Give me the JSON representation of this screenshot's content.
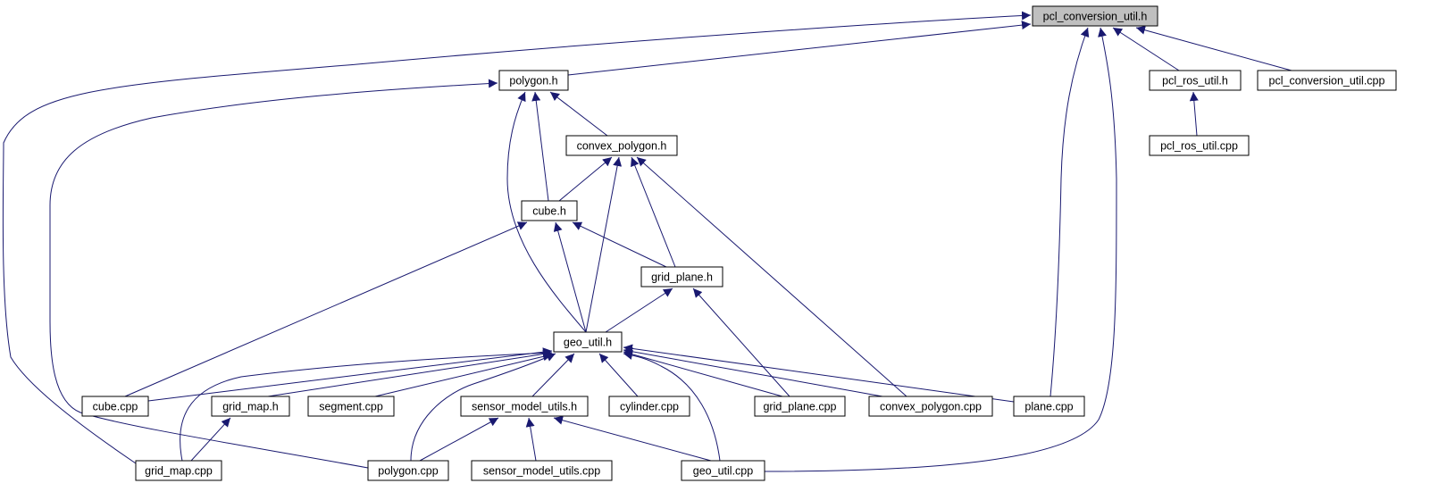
{
  "graph": {
    "nodes": [
      {
        "id": "pcl_conversion_util_h",
        "label": "pcl_conversion_util.h",
        "root": true
      },
      {
        "id": "polygon_h",
        "label": "polygon.h"
      },
      {
        "id": "pcl_ros_util_h",
        "label": "pcl_ros_util.h"
      },
      {
        "id": "pcl_conversion_util_cpp",
        "label": "pcl_conversion_util.cpp"
      },
      {
        "id": "convex_polygon_h",
        "label": "convex_polygon.h"
      },
      {
        "id": "pcl_ros_util_cpp",
        "label": "pcl_ros_util.cpp"
      },
      {
        "id": "cube_h",
        "label": "cube.h"
      },
      {
        "id": "grid_plane_h",
        "label": "grid_plane.h"
      },
      {
        "id": "geo_util_h",
        "label": "geo_util.h"
      },
      {
        "id": "cube_cpp",
        "label": "cube.cpp"
      },
      {
        "id": "grid_map_h",
        "label": "grid_map.h"
      },
      {
        "id": "segment_cpp",
        "label": "segment.cpp"
      },
      {
        "id": "sensor_model_utils_h",
        "label": "sensor_model_utils.h"
      },
      {
        "id": "cylinder_cpp",
        "label": "cylinder.cpp"
      },
      {
        "id": "grid_plane_cpp",
        "label": "grid_plane.cpp"
      },
      {
        "id": "convex_polygon_cpp",
        "label": "convex_polygon.cpp"
      },
      {
        "id": "plane_cpp",
        "label": "plane.cpp"
      },
      {
        "id": "grid_map_cpp",
        "label": "grid_map.cpp"
      },
      {
        "id": "polygon_cpp",
        "label": "polygon.cpp"
      },
      {
        "id": "sensor_model_utils_cpp",
        "label": "sensor_model_utils.cpp"
      },
      {
        "id": "geo_util_cpp",
        "label": "geo_util.cpp"
      }
    ],
    "edges": [
      {
        "from": "polygon_h",
        "to": "pcl_conversion_util_h"
      },
      {
        "from": "grid_map_cpp",
        "to": "pcl_conversion_util_h"
      },
      {
        "from": "plane_cpp",
        "to": "pcl_conversion_util_h"
      },
      {
        "from": "geo_util_cpp",
        "to": "pcl_conversion_util_h"
      },
      {
        "from": "pcl_ros_util_h",
        "to": "pcl_conversion_util_h"
      },
      {
        "from": "pcl_conversion_util_cpp",
        "to": "pcl_conversion_util_h"
      },
      {
        "from": "pcl_ros_util_cpp",
        "to": "pcl_ros_util_h"
      },
      {
        "from": "convex_polygon_h",
        "to": "polygon_h"
      },
      {
        "from": "cube_h",
        "to": "polygon_h"
      },
      {
        "from": "geo_util_h",
        "to": "polygon_h"
      },
      {
        "from": "polygon_cpp",
        "to": "polygon_h"
      },
      {
        "from": "cube_h",
        "to": "convex_polygon_h"
      },
      {
        "from": "geo_util_h",
        "to": "convex_polygon_h"
      },
      {
        "from": "grid_plane_h",
        "to": "convex_polygon_h"
      },
      {
        "from": "convex_polygon_cpp",
        "to": "convex_polygon_h"
      },
      {
        "from": "geo_util_h",
        "to": "cube_h"
      },
      {
        "from": "grid_plane_h",
        "to": "cube_h"
      },
      {
        "from": "cube_cpp",
        "to": "cube_h"
      },
      {
        "from": "geo_util_h",
        "to": "grid_plane_h"
      },
      {
        "from": "grid_plane_cpp",
        "to": "grid_plane_h"
      },
      {
        "from": "cube_cpp",
        "to": "geo_util_h"
      },
      {
        "from": "grid_map_h",
        "to": "geo_util_h"
      },
      {
        "from": "segment_cpp",
        "to": "geo_util_h"
      },
      {
        "from": "sensor_model_utils_h",
        "to": "geo_util_h"
      },
      {
        "from": "cylinder_cpp",
        "to": "geo_util_h"
      },
      {
        "from": "grid_plane_cpp",
        "to": "geo_util_h"
      },
      {
        "from": "convex_polygon_cpp",
        "to": "geo_util_h"
      },
      {
        "from": "plane_cpp",
        "to": "geo_util_h"
      },
      {
        "from": "grid_map_cpp",
        "to": "geo_util_h"
      },
      {
        "from": "polygon_cpp",
        "to": "geo_util_h"
      },
      {
        "from": "geo_util_cpp",
        "to": "geo_util_h"
      },
      {
        "from": "grid_map_cpp",
        "to": "grid_map_h"
      },
      {
        "from": "polygon_cpp",
        "to": "sensor_model_utils_h"
      },
      {
        "from": "sensor_model_utils_cpp",
        "to": "sensor_model_utils_h"
      },
      {
        "from": "geo_util_cpp",
        "to": "sensor_model_utils_h"
      }
    ]
  }
}
